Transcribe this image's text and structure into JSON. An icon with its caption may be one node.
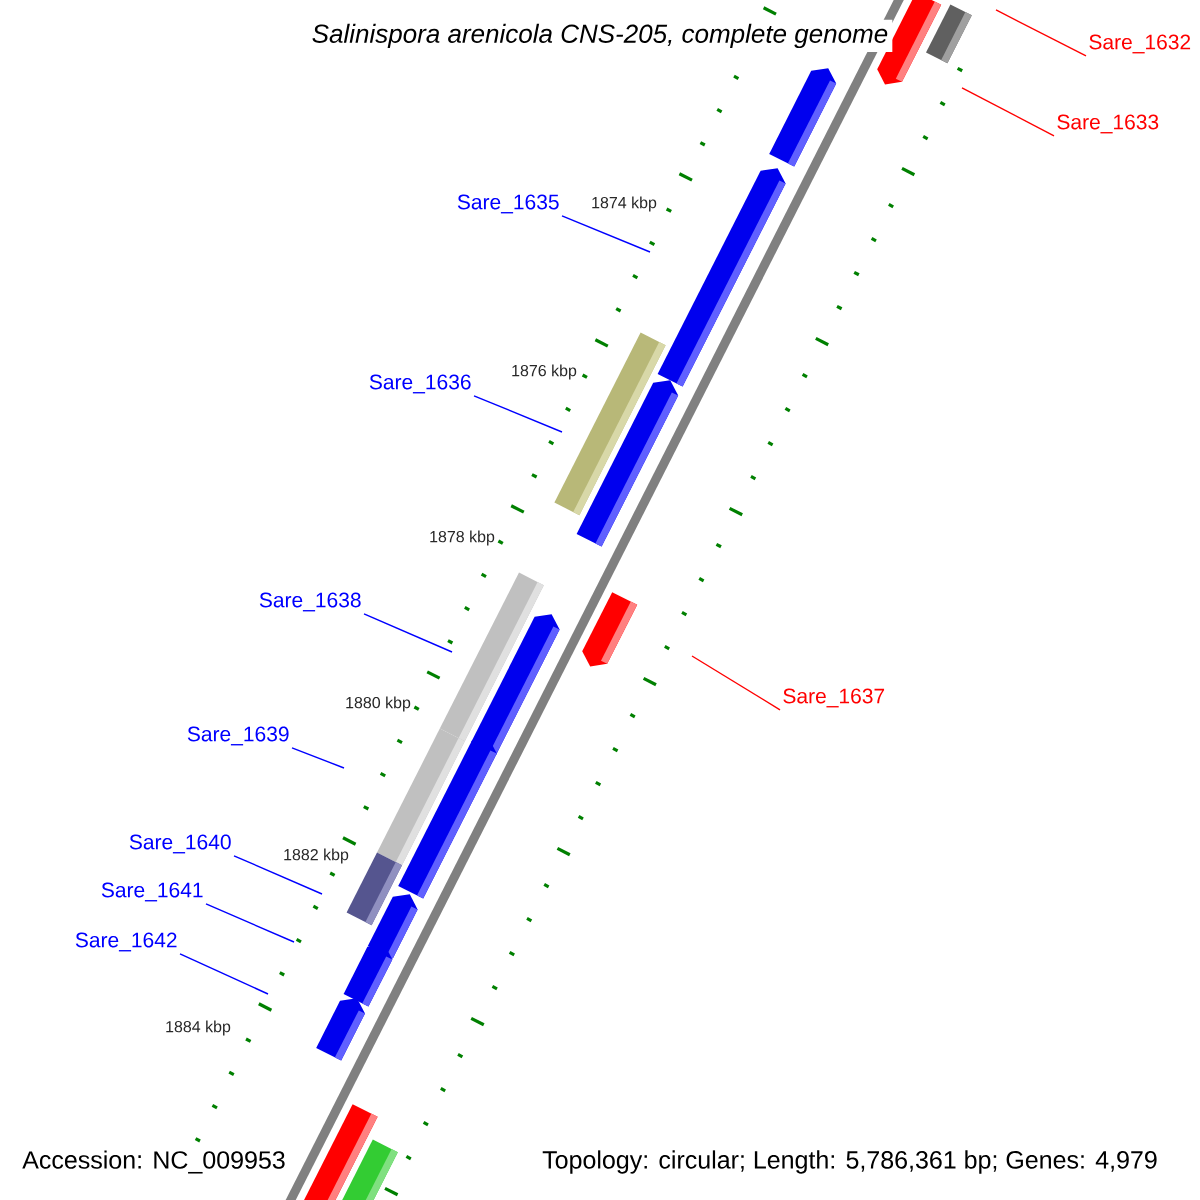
{
  "diagram": {
    "title": "Salinispora arenicola CNS-205, complete genome",
    "nodes": [
      {
        "text": [
          "Sare_1632"
        ]
      },
      {
        "text": [
          "Sare_1633"
        ]
      },
      {
        "text": [
          "Sare_1635"
        ]
      },
      {
        "text": [
          "Sare_1636"
        ]
      },
      {
        "text": [
          "Sare_1638"
        ]
      },
      {
        "text": [
          "Sare_1637"
        ]
      },
      {
        "text": [
          "Sare_1639"
        ]
      },
      {
        "text": [
          "Sare_1640"
        ]
      },
      {
        "text": [
          "Sare_1641"
        ]
      },
      {
        "text": [
          "Sare_1642"
        ]
      }
    ],
    "edges": [
      {
        "from": 0,
        "to": null,
        "arrow": "none",
        "color": "#ff0000"
      },
      {
        "from": 1,
        "to": null,
        "arrow": "none",
        "color": "#ff0000"
      },
      {
        "from": 2,
        "to": null,
        "arrow": "none"
      },
      {
        "from": 3,
        "to": null,
        "arrow": "none"
      },
      {
        "from": 4,
        "to": null,
        "arrow": "none"
      },
      {
        "from": 5,
        "to": null,
        "arrow": "none",
        "color": "#ff0000"
      },
      {
        "from": 6,
        "to": null,
        "arrow": "none"
      },
      {
        "from": 7,
        "to": null,
        "arrow": "none"
      },
      {
        "from": 8,
        "to": null,
        "arrow": "none"
      },
      {
        "from": 9,
        "to": null,
        "arrow": "none"
      }
    ],
    "labels": [
      "1874 kbp",
      "1876 kbp",
      "1878 kbp",
      "1880 kbp",
      "1882 kbp",
      "1884 kbp",
      "Accession: NC_009953",
      "Topology: circular; Length: 5,786,361 bp; Genes: 4,979"
    ]
  }
}
